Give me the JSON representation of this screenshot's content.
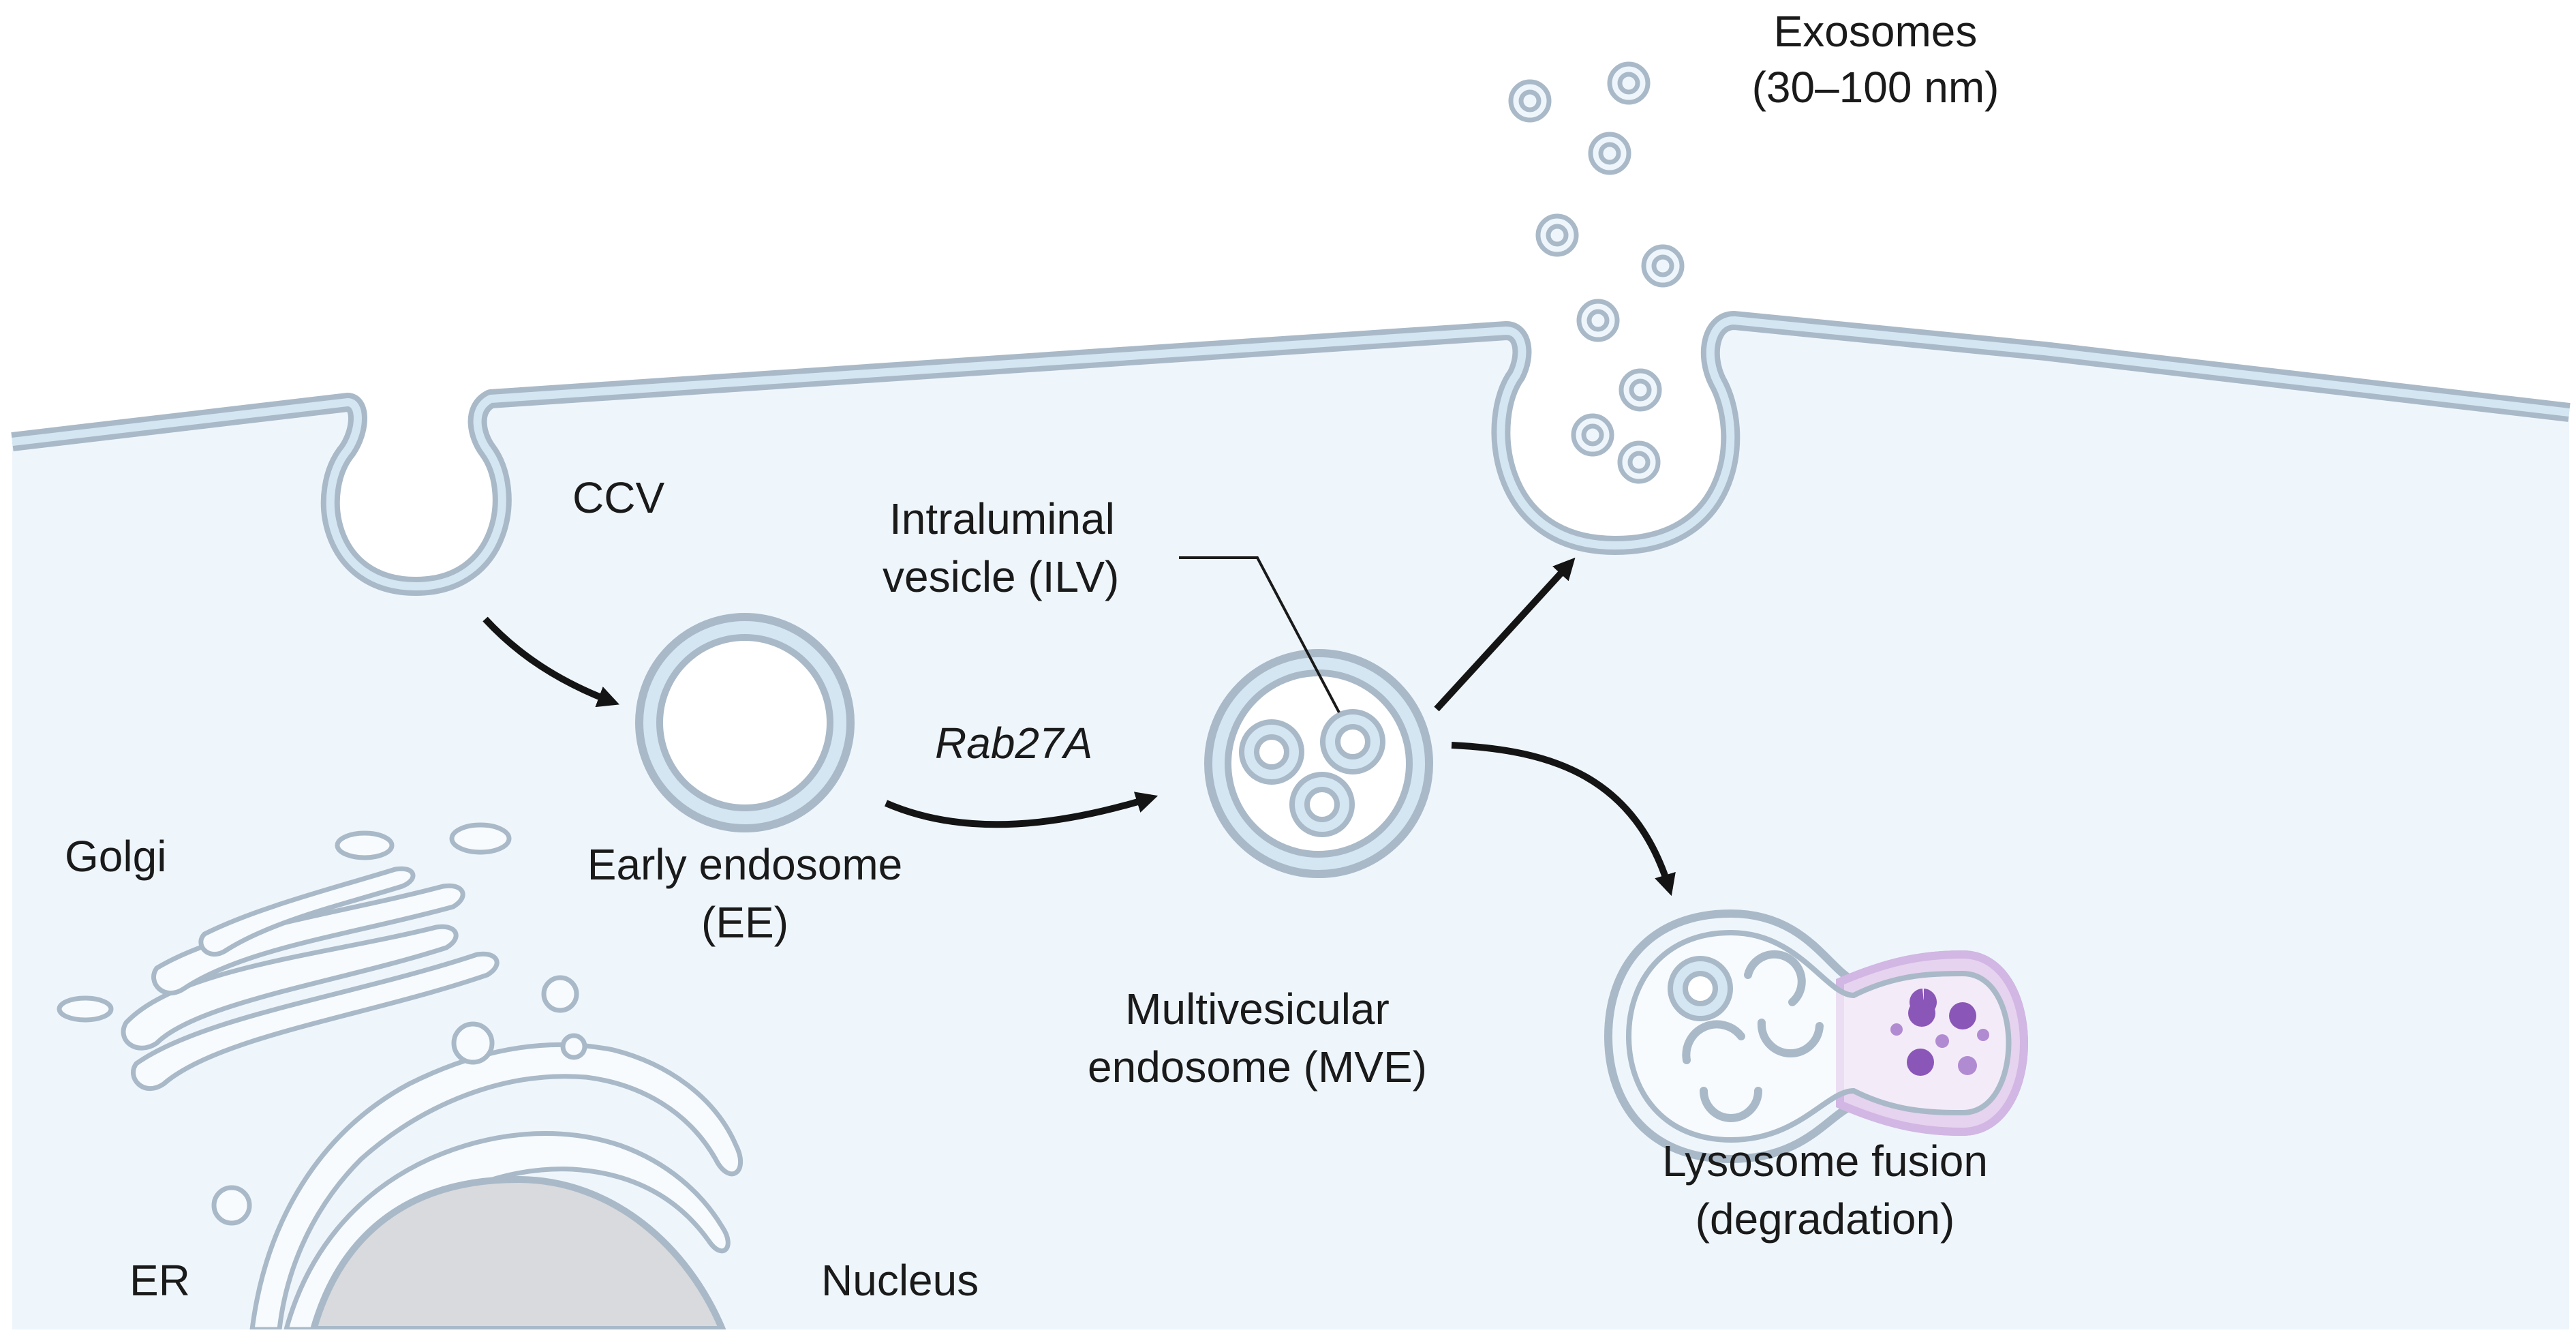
{
  "labels": {
    "exosomes_line1": "Exosomes",
    "exosomes_line2": "(30–100 nm)",
    "ccv": "CCV",
    "ilv_line1": "Intraluminal",
    "ilv_line2": "vesicle (ILV)",
    "rab27a": "Rab27A",
    "early_endosome_line1": "Early endosome",
    "early_endosome_line2": "(EE)",
    "golgi": "Golgi",
    "mve_line1": "Multivesicular",
    "mve_line2": "endosome (MVE)",
    "lysosome_line1": "Lysosome fusion",
    "lysosome_line2": "(degradation)",
    "er": "ER",
    "nucleus": "Nucleus"
  },
  "colors": {
    "cytoplasm": "#eef6fc",
    "membrane_outer": "#a9b9c8",
    "membrane_inner": "#d5e6f3",
    "nucleus": "#d9dadd",
    "lysosome": "#e6d3ef",
    "lysosome_enzyme": "#8a57b8",
    "arrow": "#141414"
  }
}
